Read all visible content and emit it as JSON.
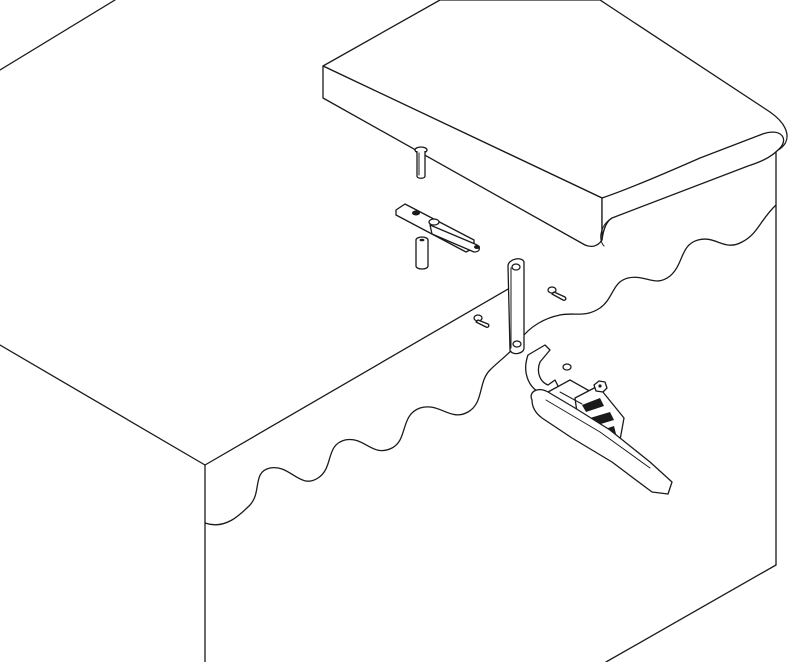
{
  "figure": {
    "kind": "exploded assembly line drawing",
    "background": "#ffffff",
    "line_color": "#1a1a1a",
    "parts": [
      "cabinet-body",
      "cabinet-lid",
      "hinge-pin",
      "hinge-plate",
      "spacer-sleeve",
      "latch-strap-bracket",
      "mounting-screw-left",
      "mounting-screw-right",
      "latch-buckle",
      "hex-nut",
      "rubber-strap"
    ]
  }
}
